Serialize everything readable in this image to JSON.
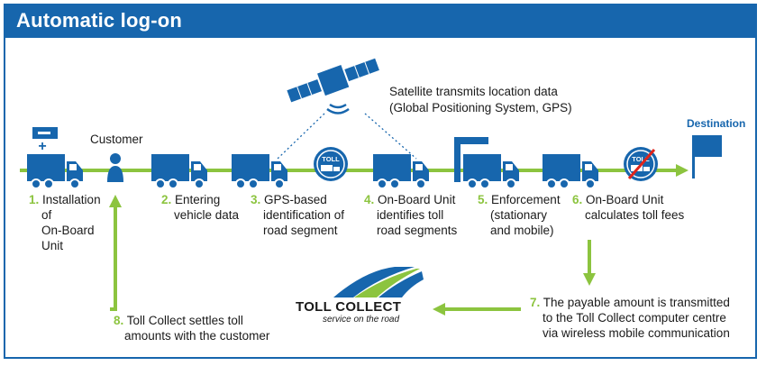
{
  "title": "Automatic log-on",
  "customer_label": "Customer",
  "satellite_text": [
    "Satellite transmits location data",
    "(Global Positioning System, GPS)"
  ],
  "destination_label": "Destination",
  "toll_sign_label": "TOLL",
  "steps": [
    {
      "num": "1.",
      "lines": [
        "Installation",
        "of",
        "On-Board",
        "Unit"
      ]
    },
    {
      "num": "2.",
      "lines": [
        "Entering",
        "vehicle data"
      ]
    },
    {
      "num": "3.",
      "lines": [
        "GPS-based",
        "identification of",
        "road segment"
      ]
    },
    {
      "num": "4.",
      "lines": [
        "On-Board Unit",
        "identifies toll",
        "road segments"
      ]
    },
    {
      "num": "5.",
      "lines": [
        "Enforcement",
        "(stationary",
        "and mobile)"
      ]
    },
    {
      "num": "6.",
      "lines": [
        "On-Board Unit",
        "calculates toll fees"
      ]
    },
    {
      "num": "7.",
      "lines": [
        "The payable amount is transmitted",
        "to the Toll Collect computer centre",
        "via wireless mobile communication"
      ]
    },
    {
      "num": "8.",
      "lines": [
        "Toll Collect settles toll",
        "amounts with the customer"
      ]
    }
  ],
  "logo": {
    "name": "TOLL COLLECT",
    "slogan": "service on the road"
  },
  "colors": {
    "brand_blue": "#1766ad",
    "accent_green": "#8cc43f",
    "forbidden_red": "#e0251b"
  }
}
